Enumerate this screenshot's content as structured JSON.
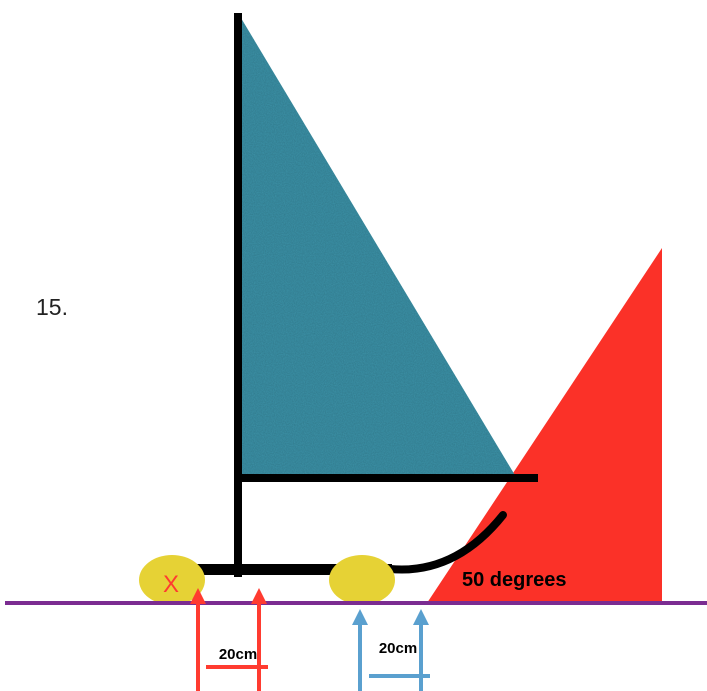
{
  "problem_number": "15.",
  "wedge_angle_label": "50 degrees",
  "support_marker_label": "X",
  "left_distance_label": "20cm",
  "right_distance_label": "20cm",
  "colors": {
    "sail": "#3e93a8",
    "wedge": "#fb3128",
    "ground": "#7b2c91",
    "support": "#e6d235",
    "red_arrow": "#ff3b30",
    "blue_arrow": "#5aa0cf",
    "frame": "#000000"
  }
}
